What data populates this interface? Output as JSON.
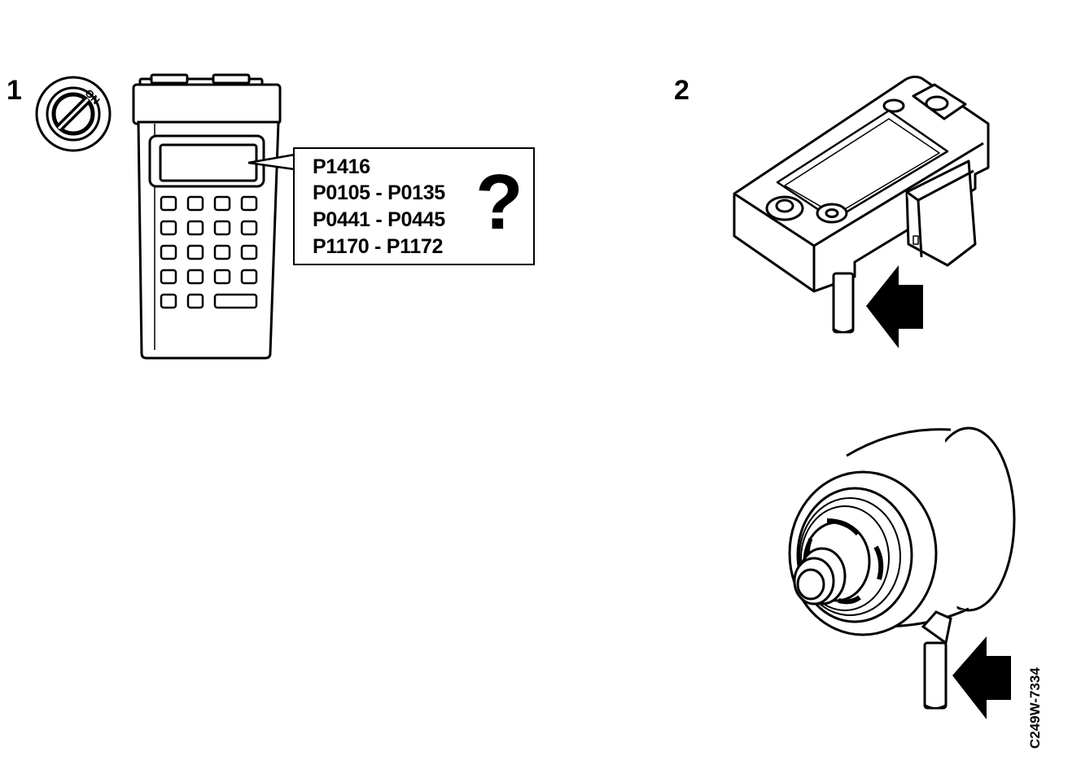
{
  "steps": [
    {
      "number": "1"
    },
    {
      "number": "2"
    }
  ],
  "ignition": {
    "label": "ON",
    "icon": "ignition-key-icon"
  },
  "scan_tool": {
    "icon": "hand-held-scan-tool-icon"
  },
  "fault_codes": [
    "P1416",
    "P0105 - P0135",
    "P0441 - P0445",
    "P1170 - P1172"
  ],
  "question_mark": "?",
  "components": [
    {
      "icon": "map-sensor-icon"
    },
    {
      "icon": "fuel-pressure-regulator-icon"
    }
  ],
  "reference_code": "C249W-7334"
}
